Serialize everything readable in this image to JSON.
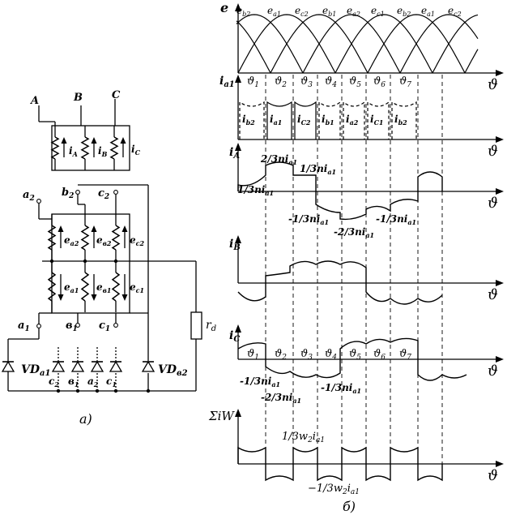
{
  "circuit": {
    "phase_terminals": [
      "A",
      "B",
      "C"
    ],
    "primary_currents": [
      "i",
      "i",
      "i"
    ],
    "primary_current_subs": [
      "A",
      "B",
      "C"
    ],
    "upper_terminals": [
      "a",
      "b",
      "c"
    ],
    "upper_terminal_subs": [
      "2",
      "2",
      "2"
    ],
    "upper_emfs": [
      "e",
      "e",
      "e"
    ],
    "upper_emf_subs": [
      "a2",
      "в2",
      "c2"
    ],
    "lower_emfs": [
      "e",
      "e",
      "e"
    ],
    "lower_emf_subs": [
      "a1",
      "в1",
      "c1"
    ],
    "lower_terminals": [
      "a",
      "в",
      "c"
    ],
    "lower_terminal_subs": [
      "1",
      "1",
      "1"
    ],
    "resistor_label": "r",
    "resistor_sub": "d",
    "diode_left": "VD",
    "diode_left_sub": "a1",
    "diode_right": "VD",
    "diode_right_sub": "в2",
    "diode_bottom_labels": [
      "c",
      "в",
      "a",
      "c"
    ],
    "diode_bottom_subs": [
      "2",
      "1",
      "2",
      "1"
    ],
    "caption": "а)"
  },
  "graphs": {
    "emf_axis": "e",
    "emf_labels": [
      "e",
      "e",
      "e",
      "e",
      "e",
      "e",
      "e",
      "e",
      "e"
    ],
    "emf_label_subs": [
      "b2",
      "a1",
      "c2",
      "b1",
      "a2",
      "c1",
      "b2",
      "a1",
      "c2"
    ],
    "theta_symbol": "ϑ",
    "intervals": [
      "1",
      "2",
      "3",
      "4",
      "5",
      "6",
      "7"
    ],
    "ia1_axis": "i",
    "ia1_axis_sub": "a1",
    "pulse_labels": [
      "i",
      "i",
      "i",
      "i",
      "i",
      "i",
      "i"
    ],
    "pulse_label_subs": [
      "b2",
      "a1",
      "C2",
      "b1",
      "a2",
      "C1",
      "b2"
    ],
    "iA_axis": "i",
    "iA_axis_sub": "A",
    "iA_texts": [
      "2/3ni",
      "1/3ni",
      "1/3ni",
      "-1/3ni",
      "-2/3ni",
      "-1/3ni"
    ],
    "iA_text_subs": [
      "a1",
      "a1",
      "a1",
      "a1",
      "a1",
      "a1"
    ],
    "iB_axis": "i",
    "iB_axis_sub": "B",
    "iC_axis": "i",
    "iC_axis_sub": "C",
    "iC_texts": [
      "-1/3ni",
      "-2/3ni",
      "-1/3ni"
    ],
    "iC_text_subs": [
      "a1",
      "a1",
      "a1"
    ],
    "sum_axis": "ΣiW",
    "sum_top": "1/3w",
    "sum_top_tail": "i",
    "sum_bottom": "−1/3w",
    "sum_bottom_tail": "i",
    "sum_subs": [
      "2",
      "a1"
    ],
    "caption": "б)"
  }
}
